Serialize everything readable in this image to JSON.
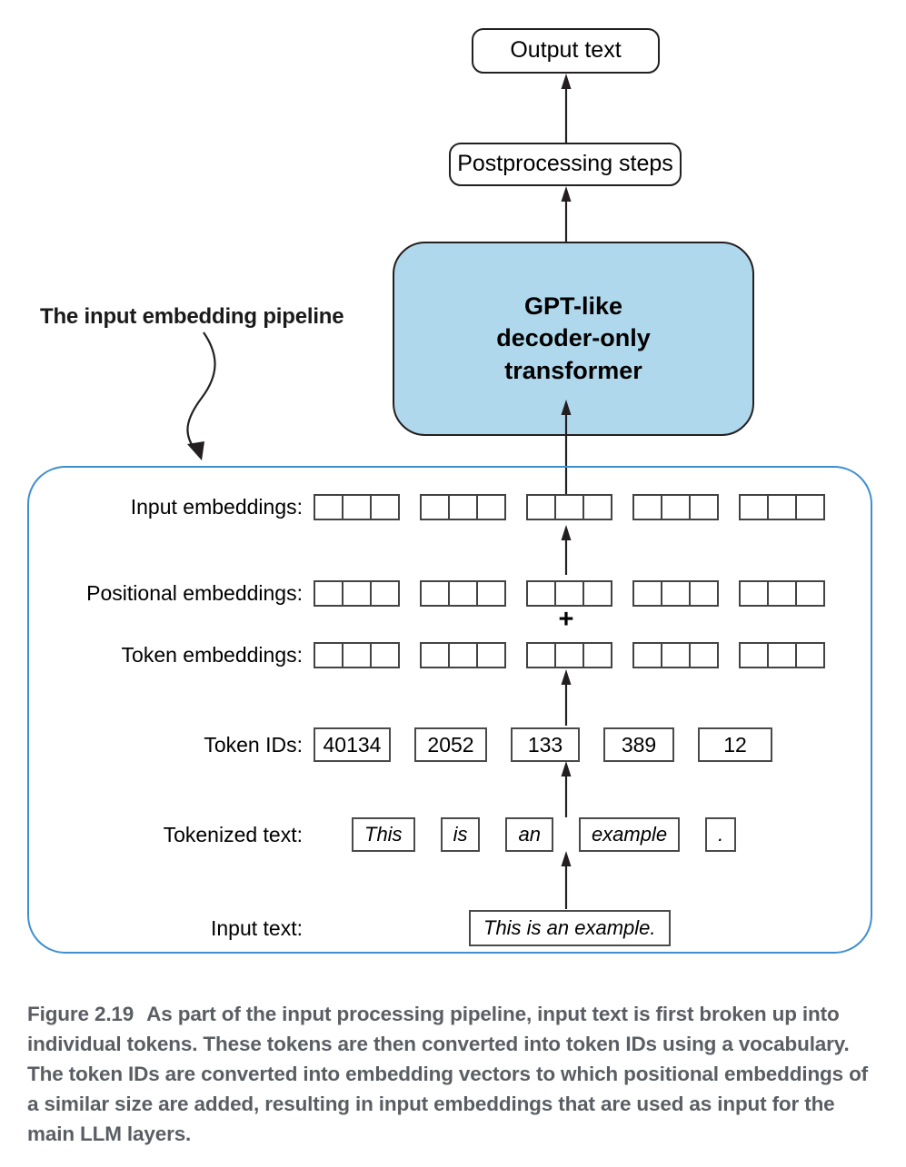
{
  "figure": {
    "caption_label": "Figure 2.19",
    "caption_text": "As part of the input processing pipeline, input text is first broken up into individual tokens. These tokens are then converted into token IDs using a vocabulary. The token IDs are converted into embedding vectors to which positional embeddings of a similar size are added, resulting in input embeddings that are used as input for the main LLM layers."
  },
  "colors": {
    "transformer_fill": "#b0d8ec",
    "pipeline_border": "#3f8fd0",
    "box_border": "#231f20",
    "caption_text": "#5a5e63"
  },
  "flow": {
    "output_text": "Output text",
    "postprocessing": "Postprocessing steps",
    "transformer_line1": "GPT-like",
    "transformer_line2": "decoder-only",
    "transformer_line3": "transformer"
  },
  "annotation": {
    "pipeline_label": "The input embedding pipeline",
    "arrow_icon": "curved-arrow-icon"
  },
  "pipeline": {
    "rows": [
      {
        "key": "input_embeddings",
        "label": "Input embeddings:",
        "type": "vectors",
        "groups": 5,
        "cells_per_group": 3
      },
      {
        "key": "positional_embeddings",
        "label": "Positional embeddings:",
        "type": "vectors",
        "groups": 5,
        "cells_per_group": 3
      },
      {
        "key": "token_embeddings",
        "label": "Token embeddings:",
        "type": "vectors",
        "groups": 5,
        "cells_per_group": 3
      },
      {
        "key": "token_ids",
        "label": "Token IDs:",
        "type": "values",
        "values": [
          "40134",
          "2052",
          "133",
          "389",
          "12"
        ]
      },
      {
        "key": "tokenized_text",
        "label": "Tokenized text:",
        "type": "values",
        "values": [
          "This",
          "is",
          "an",
          "example",
          "."
        ]
      },
      {
        "key": "input_text",
        "label": "Input text:",
        "type": "single",
        "value": "This is an example."
      }
    ],
    "plus_symbol": "+"
  },
  "labels": {
    "input_embeddings": "Input embeddings:",
    "positional_embeddings": "Positional embeddings:",
    "token_embeddings": "Token embeddings:",
    "token_ids": "Token IDs:",
    "tokenized_text": "Tokenized text:",
    "input_text": "Input text:"
  },
  "token_ids": {
    "v0": "40134",
    "v1": "2052",
    "v2": "133",
    "v3": "389",
    "v4": "12"
  },
  "tokens": {
    "t0": "This",
    "t1": "is",
    "t2": "an",
    "t3": "example",
    "t4": "."
  },
  "input_text": {
    "value": "This is an example."
  }
}
